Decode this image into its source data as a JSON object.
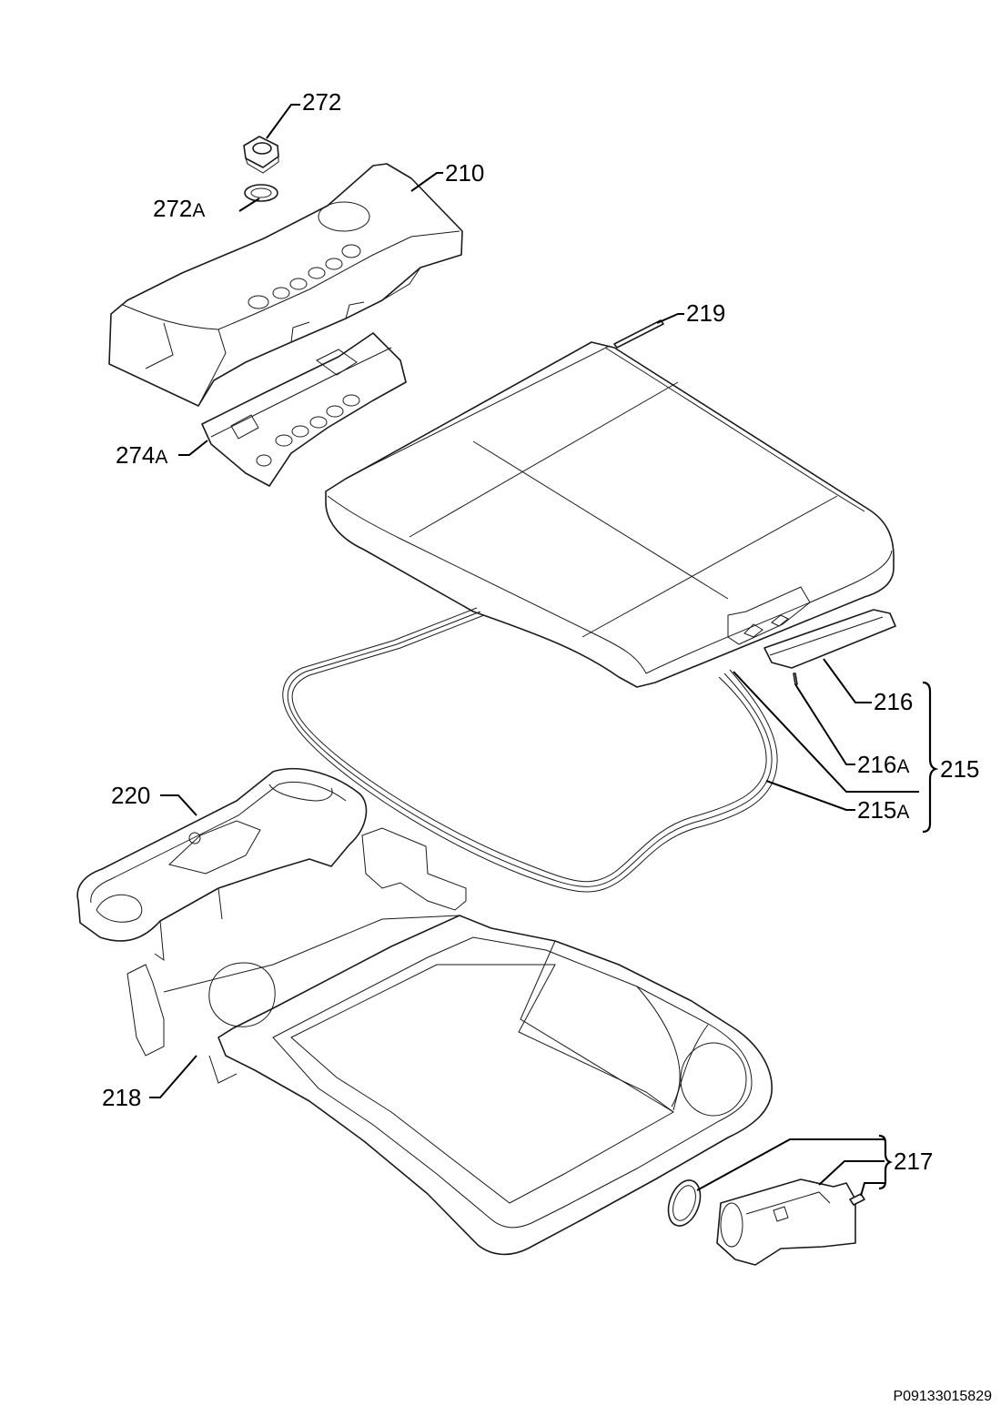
{
  "diagram": {
    "callouts": {
      "c272": "272",
      "c272a": "272",
      "c272a_suffix": "A",
      "c210": "210",
      "c219": "219",
      "c274a": "274",
      "c274a_suffix": "A",
      "c216": "216",
      "c216a": "216",
      "c216a_suffix": "A",
      "c215": "215",
      "c215a": "215",
      "c215a_suffix": "A",
      "c220": "220",
      "c218": "218",
      "c217": "217"
    },
    "document_code": "P09133015829"
  }
}
